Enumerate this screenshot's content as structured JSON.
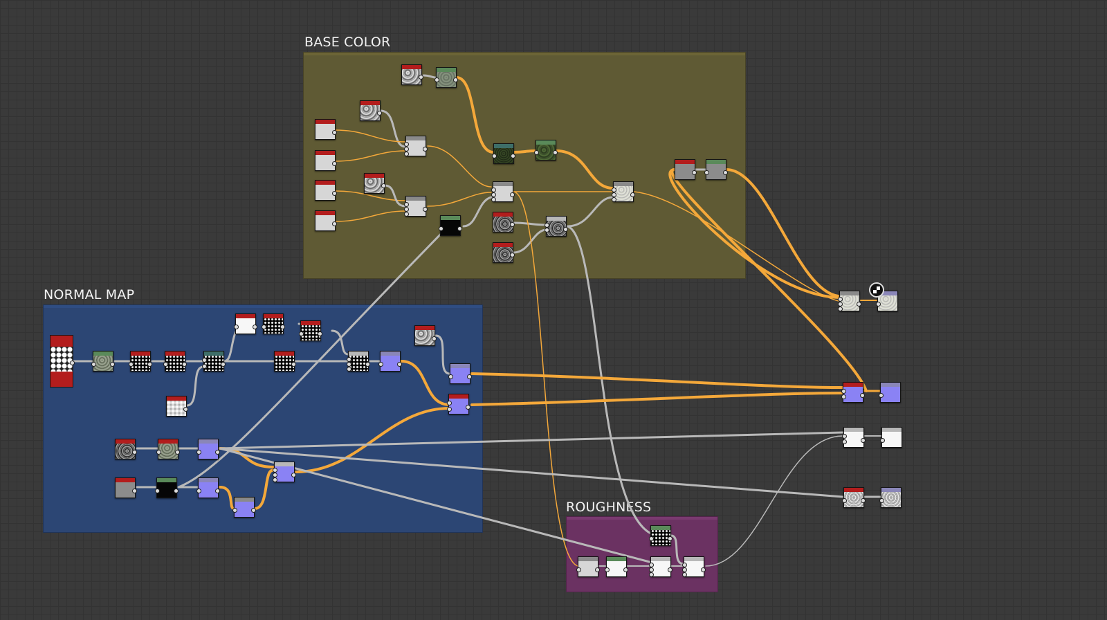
{
  "canvas": {
    "background": "#3a3a3a",
    "grid_color": "#333333"
  },
  "frames": {
    "base_color": {
      "title": "BASE COLOR",
      "color": "#5f5a34"
    },
    "normal_map": {
      "title": "NORMAL MAP",
      "color": "#2c4674"
    },
    "roughness": {
      "title": "ROUGHNESS",
      "color": "#6b3262"
    }
  },
  "wire_colors": {
    "color_link": "#f4a83a",
    "grayscale_link": "#b9b9b9"
  },
  "output_icon": "checker-preview-icon"
}
